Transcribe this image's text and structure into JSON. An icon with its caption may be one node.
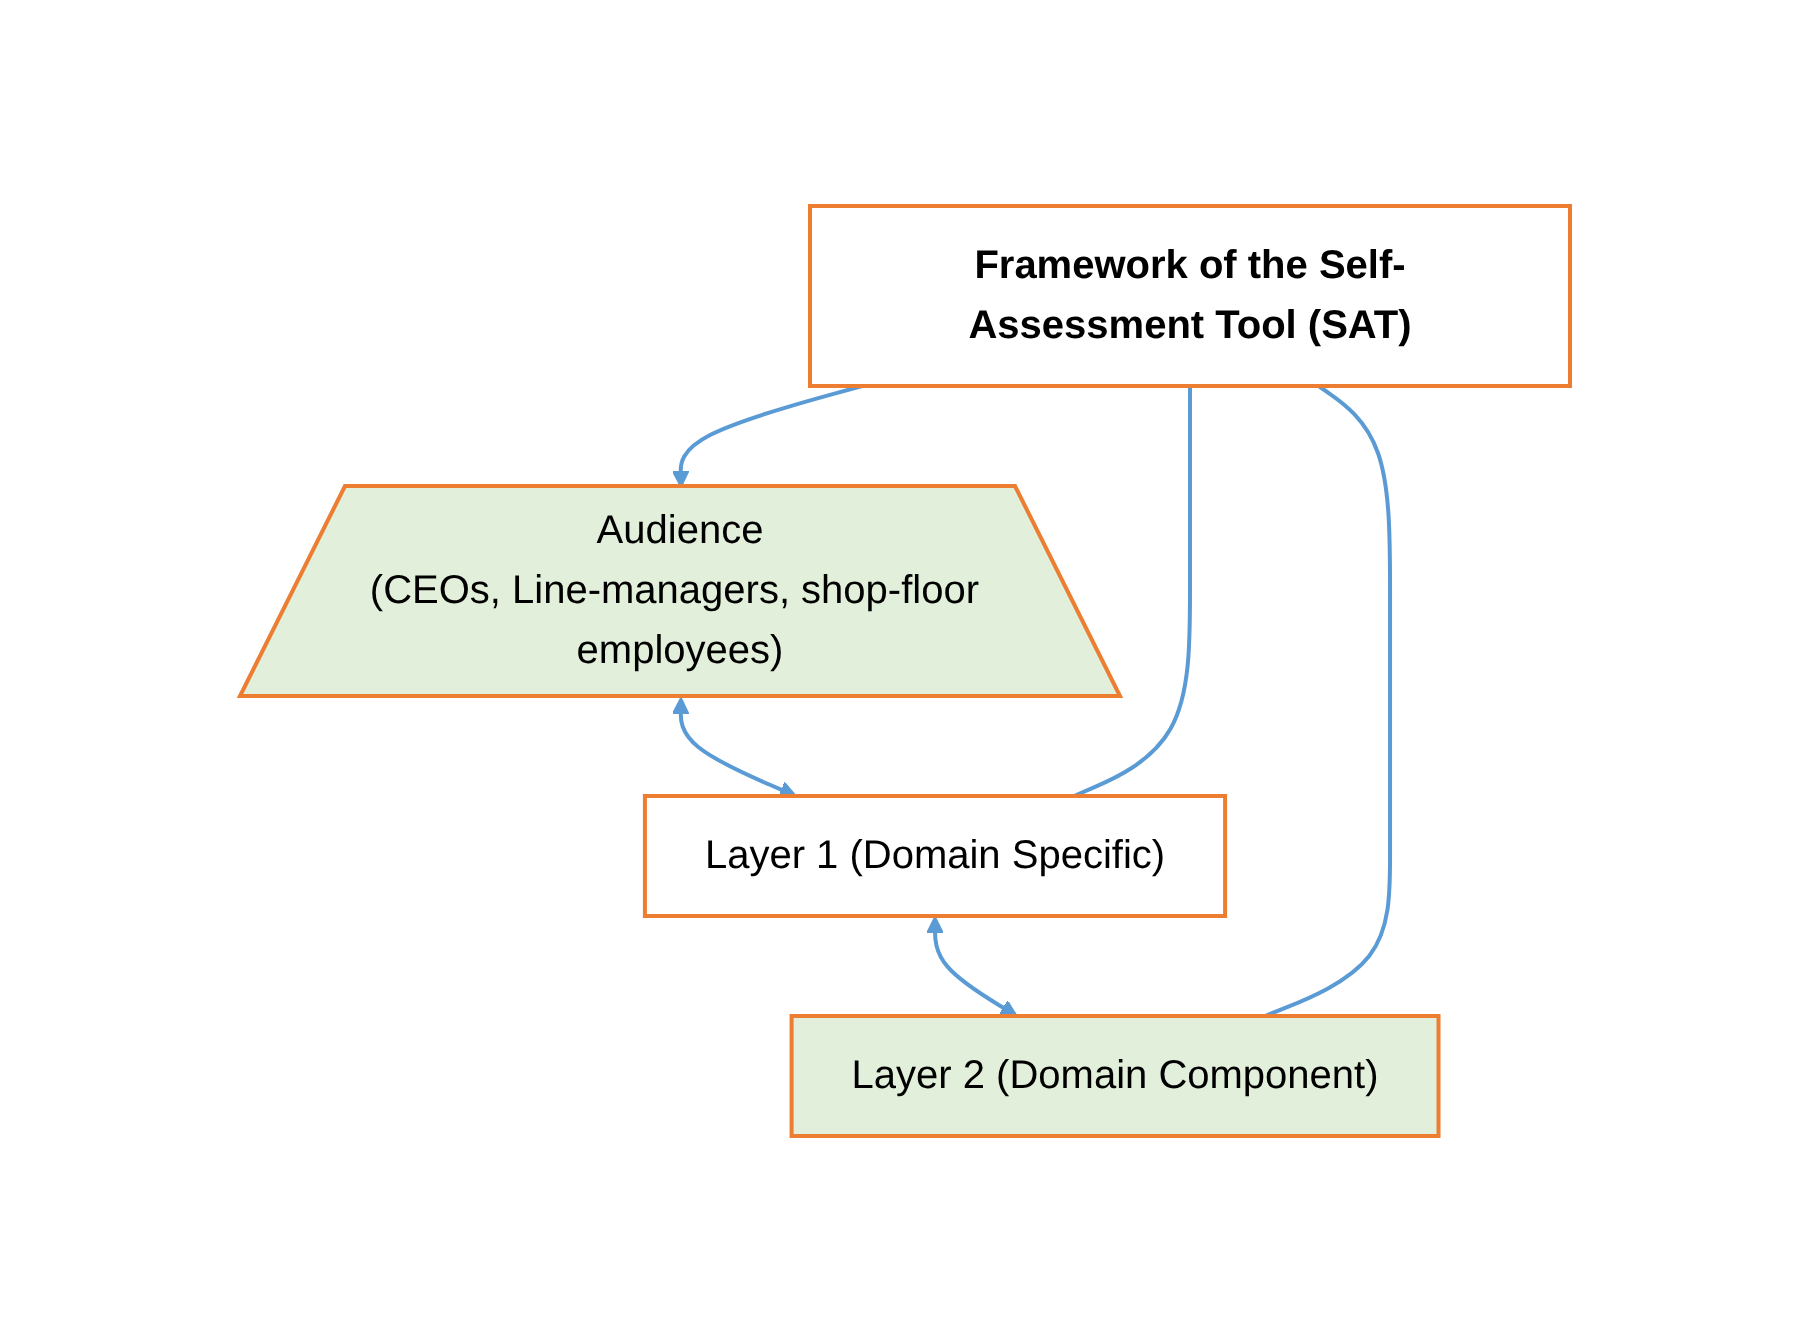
{
  "diagram": {
    "nodes": [
      {
        "text": [
          "Framework of the Self-Assessment Tool (SAT)"
        ]
      },
      {
        "text": [
          "Audience",
          "(CEOs, Line-managers, shop-floor employees)"
        ]
      },
      {
        "text": [
          "Layer 1 (Domain Specific)"
        ]
      },
      {
        "text": [
          "Layer 2 (Domain Component)"
        ]
      }
    ],
    "edges": [
      {
        "from": 0,
        "to": 1,
        "arrow": "to"
      },
      {
        "from": 1,
        "to": 2,
        "arrow": "both"
      },
      {
        "from": 2,
        "to": 3,
        "arrow": "both"
      },
      {
        "from": 0,
        "to": 2,
        "arrow": "none"
      },
      {
        "from": 0,
        "to": 3,
        "arrow": "none"
      }
    ]
  }
}
